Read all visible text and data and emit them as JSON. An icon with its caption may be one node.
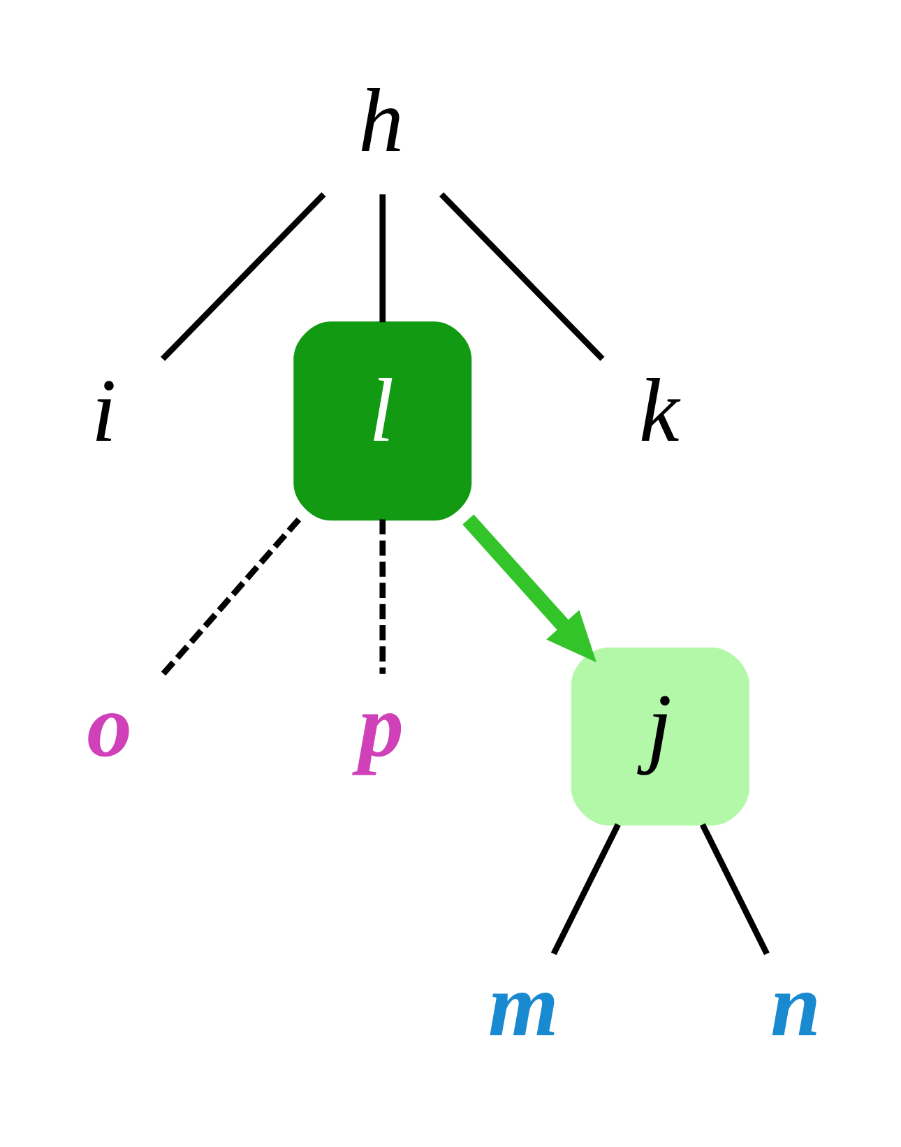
{
  "diagram": {
    "nodes": [
      {
        "text": [
          "h"
        ]
      },
      {
        "text": [
          "i"
        ]
      },
      {
        "text": [
          "l"
        ]
      },
      {
        "text": [
          "k"
        ]
      },
      {
        "text": [
          "o"
        ]
      },
      {
        "text": [
          "p"
        ]
      },
      {
        "text": [
          "j"
        ]
      },
      {
        "text": [
          "m"
        ]
      },
      {
        "text": [
          "n"
        ]
      }
    ],
    "edges": [
      {
        "from": 0,
        "to": 1,
        "arrow": "none"
      },
      {
        "from": 0,
        "to": 2,
        "arrow": "none"
      },
      {
        "from": 0,
        "to": 3,
        "arrow": "none"
      },
      {
        "from": 2,
        "to": 4,
        "arrow": "none",
        "style": "dashed"
      },
      {
        "from": 2,
        "to": 5,
        "arrow": "none",
        "style": "dashed"
      },
      {
        "from": 2,
        "to": 6,
        "arrow": "to",
        "style": "thick",
        "color": "#33c429"
      },
      {
        "from": 6,
        "to": 7,
        "arrow": "none"
      },
      {
        "from": 6,
        "to": 8,
        "arrow": "none"
      }
    ]
  }
}
